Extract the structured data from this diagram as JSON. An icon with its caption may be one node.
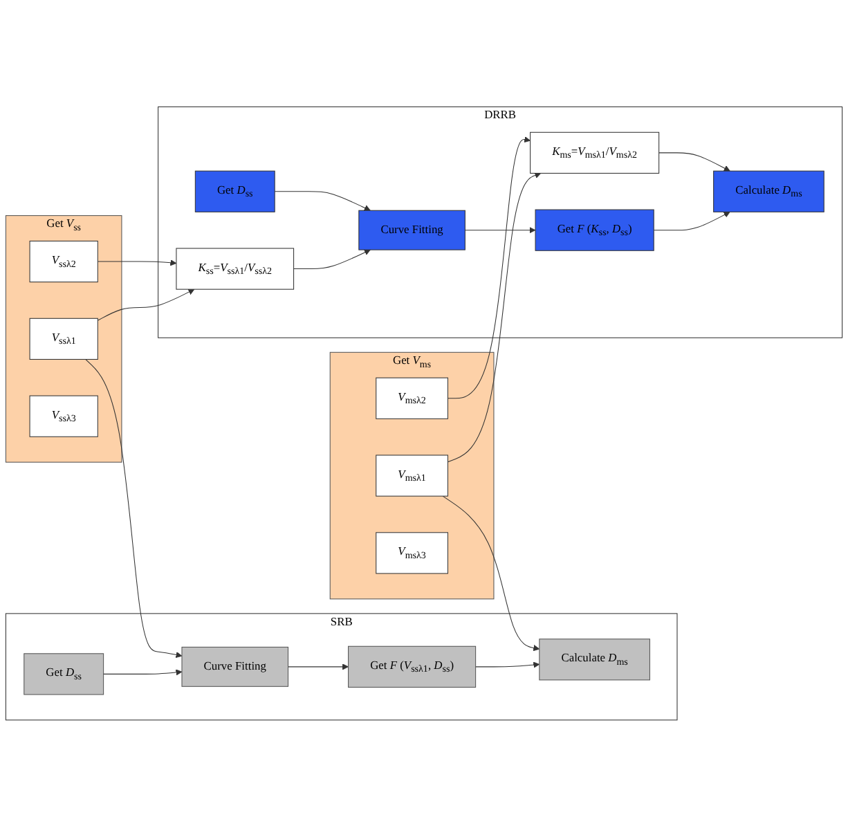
{
  "diagram": {
    "nodes": [
      {
        "text": [
          "SRB"
        ]
      },
      {
        "text": [
          "Get *D*$_{ss}$"
        ],
        "in": 0
      },
      {
        "text": [
          "Curve Fitting"
        ],
        "in": 0
      },
      {
        "text": [
          "Get *F* (*V*$_{ssλ1}$, *D*$_{ss}$)"
        ],
        "in": 0
      },
      {
        "text": [
          "Calculate *D*$_{ms}$"
        ],
        "in": 0
      },
      {
        "text": [
          "Get *V*$_{ss}$"
        ]
      },
      {
        "text": [
          "*V*$_{ssλ1}$"
        ],
        "in": 5
      },
      {
        "text": [
          "*V*$_{ssλ2}$"
        ],
        "in": 5
      },
      {
        "text": [
          "*V*$_{ssλ3}$"
        ],
        "in": 5
      },
      {
        "text": [
          "Get *V*$_{ms}$"
        ]
      },
      {
        "text": [
          "*V*$_{msλ1}$"
        ],
        "in": 9
      },
      {
        "text": [
          "*V*$_{msλ2}$"
        ],
        "in": 9
      },
      {
        "text": [
          "*V*$_{msλ3}$"
        ],
        "in": 9
      },
      {
        "text": [
          "DRRB"
        ]
      },
      {
        "text": [
          "Get *D*$_{ss}$"
        ],
        "in": 13
      },
      {
        "text": [
          "Curve Fitting"
        ],
        "in": 13
      },
      {
        "text": [
          "Get *F* (*K*$_{ss}$, *D*$_{ss}$)"
        ],
        "in": 13
      },
      {
        "text": [
          "Calculate *D*$_{ms}$"
        ],
        "in": 13
      },
      {
        "text": [
          "*K*$_{ss}$=*V*$_{ssλ1}$/*V*$_{ssλ2}$"
        ],
        "in": 13
      },
      {
        "text": [
          "*K*$_{ms}$=*V*$_{msλ1}$/*V*$_{msλ2}$"
        ],
        "in": 13
      }
    ],
    "edges": [
      {
        "from": 1,
        "to": 2,
        "arrow": "to"
      },
      {
        "from": 2,
        "to": 3,
        "arrow": "to"
      },
      {
        "from": 3,
        "to": 4,
        "arrow": "to"
      },
      {
        "from": 6,
        "to": 2,
        "arrow": "to"
      },
      {
        "from": 10,
        "to": 4,
        "arrow": "to"
      },
      {
        "from": 6,
        "to": 18,
        "arrow": "to"
      },
      {
        "from": 7,
        "to": 18,
        "arrow": "to"
      },
      {
        "from": 18,
        "to": 15,
        "arrow": "to"
      },
      {
        "from": 14,
        "to": 15,
        "arrow": "to"
      },
      {
        "from": 15,
        "to": 16,
        "arrow": "to"
      },
      {
        "from": 16,
        "to": 17,
        "arrow": "to"
      },
      {
        "from": 10,
        "to": 19,
        "arrow": "to"
      },
      {
        "from": 11,
        "to": 19,
        "arrow": "to"
      },
      {
        "from": 19,
        "to": 17,
        "arrow": "to"
      }
    ]
  }
}
